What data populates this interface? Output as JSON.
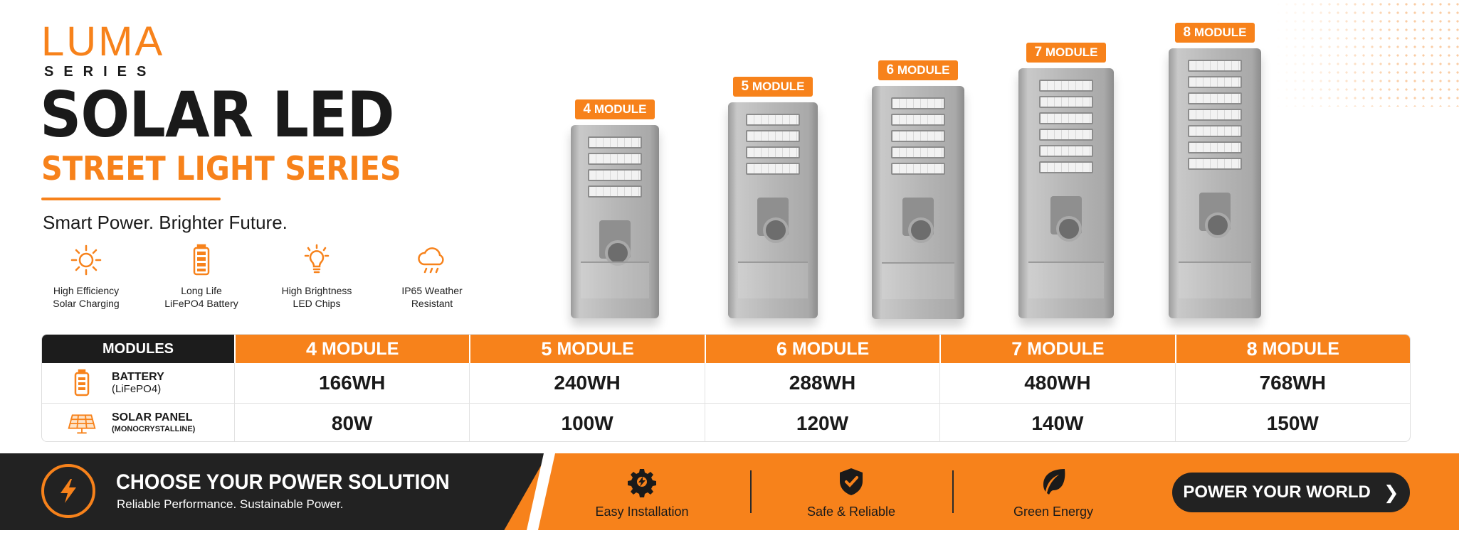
{
  "brand": {
    "name": "LUMA",
    "series": "SERIES"
  },
  "headline": {
    "line1": "SOLAR LED",
    "line2": "STREET LIGHT SERIES",
    "tagline": "Smart Power. Brighter Future."
  },
  "features": [
    {
      "icon": "sun-icon",
      "label_1": "High Efficiency",
      "label_2": "Solar Charging"
    },
    {
      "icon": "battery-icon",
      "label_1": "Long Life",
      "label_2": "LiFePO4 Battery"
    },
    {
      "icon": "bulb-icon",
      "label_1": "High Brightness",
      "label_2": "LED Chips"
    },
    {
      "icon": "cloud-rain-icon",
      "label_1": "IP65 Weather",
      "label_2": "Resistant"
    }
  ],
  "lamps": [
    {
      "num": "4",
      "unit": "MODULE",
      "leds": 4
    },
    {
      "num": "5",
      "unit": "MODULE",
      "leds": 4
    },
    {
      "num": "6",
      "unit": "MODULE",
      "leds": 5
    },
    {
      "num": "7",
      "unit": "MODULE",
      "leds": 6
    },
    {
      "num": "8",
      "unit": "MODULE",
      "leds": 7
    }
  ],
  "table": {
    "header_label": "MODULES",
    "columns": [
      {
        "num": "4",
        "unit": "MODULE"
      },
      {
        "num": "5",
        "unit": "MODULE"
      },
      {
        "num": "6",
        "unit": "MODULE"
      },
      {
        "num": "7",
        "unit": "MODULE"
      },
      {
        "num": "8",
        "unit": "MODULE"
      }
    ],
    "rows": [
      {
        "label": "BATTERY",
        "sublabel": "(LiFePO4)",
        "icon": "battery-icon",
        "values": [
          "166WH",
          "240WH",
          "288WH",
          "480WH",
          "768WH"
        ]
      },
      {
        "label": "SOLAR PANEL",
        "sublabel": "(MONOCRYSTALLINE)",
        "icon": "solar-panel-icon",
        "values": [
          "80W",
          "100W",
          "120W",
          "140W",
          "150W"
        ]
      }
    ]
  },
  "banner": {
    "title": "CHOOSE YOUR POWER SOLUTION",
    "subtitle": "Reliable Performance. Sustainable Power.",
    "features": [
      {
        "icon": "gear-icon",
        "label": "Easy Installation"
      },
      {
        "icon": "shield-icon",
        "label": "Safe & Reliable"
      },
      {
        "icon": "leaf-icon",
        "label": "Green Energy"
      }
    ],
    "cta": "POWER YOUR WORLD"
  },
  "colors": {
    "accent": "#f7821b",
    "dark": "#1c1c1c"
  }
}
